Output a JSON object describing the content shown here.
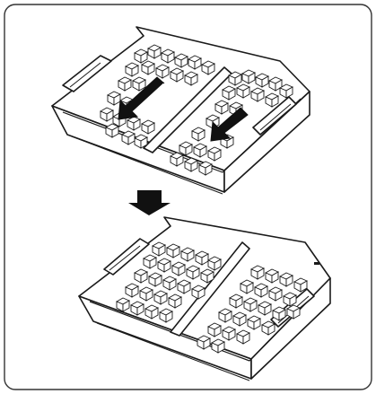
{
  "figure": {
    "panels": [
      {
        "state": "ice cubes piled up toward the back of each compartment",
        "arrows": [
          "arrow-left-compartment",
          "arrow-right-compartment"
        ]
      },
      {
        "state": "ice cubes spread level across both compartments"
      }
    ],
    "transition_icon": "down-arrow-icon",
    "colors": {
      "stroke": "#1a1a1a",
      "fill": "#ffffff",
      "arrow": "#111111",
      "border": "#333333"
    }
  }
}
